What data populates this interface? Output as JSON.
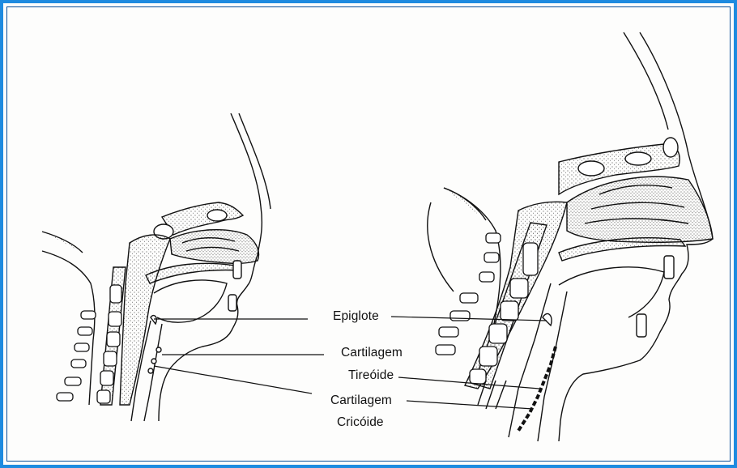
{
  "labels": {
    "epiglote": "Epiglote",
    "cartilagem_1": "Cartilagem",
    "tireoide": "Tireóide",
    "cartilagem_2": "Cartilagem",
    "cricoide": "Cricóide"
  },
  "colors": {
    "frame_border": "#1e8be0",
    "frame_inner": "#0a4f9a",
    "ink": "#111111"
  }
}
